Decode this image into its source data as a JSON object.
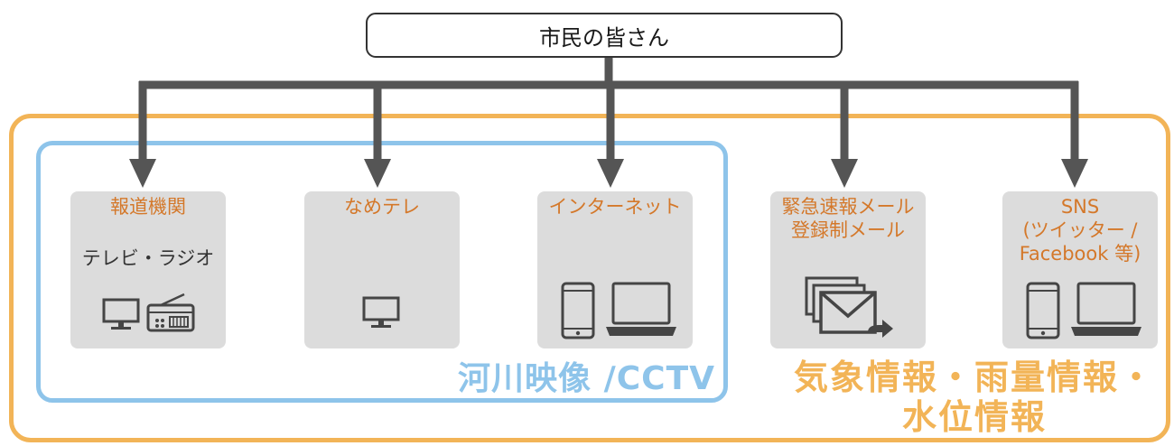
{
  "root": {
    "label": "市民の皆さん"
  },
  "cards": [
    {
      "title": "報道機関",
      "subtitle": "テレビ・ラジオ",
      "icons": [
        "monitor-icon",
        "radio-icon"
      ]
    },
    {
      "title": "なめテレ",
      "icons": [
        "monitor-icon"
      ]
    },
    {
      "title": "インターネット",
      "icons": [
        "smartphone-icon",
        "laptop-icon"
      ]
    },
    {
      "title": "緊急速報メール\n登録制メール",
      "icons": [
        "mail-forward-icon"
      ]
    },
    {
      "title": "SNS\n(ツイッター /\nFacebook 等)",
      "icons": [
        "smartphone-icon",
        "laptop-icon"
      ]
    }
  ],
  "groups": {
    "inner": {
      "label": "河川映像 /CCTV",
      "color": "#8ec4ea"
    },
    "outer": {
      "label_line1": "気象情報・雨量情報・",
      "label_line2": "水位情報",
      "color": "#f2b457"
    }
  },
  "colors": {
    "arrow": "#555555",
    "card_bg": "#dcdcdc",
    "card_title": "#d4782a",
    "icon": "#454545"
  }
}
